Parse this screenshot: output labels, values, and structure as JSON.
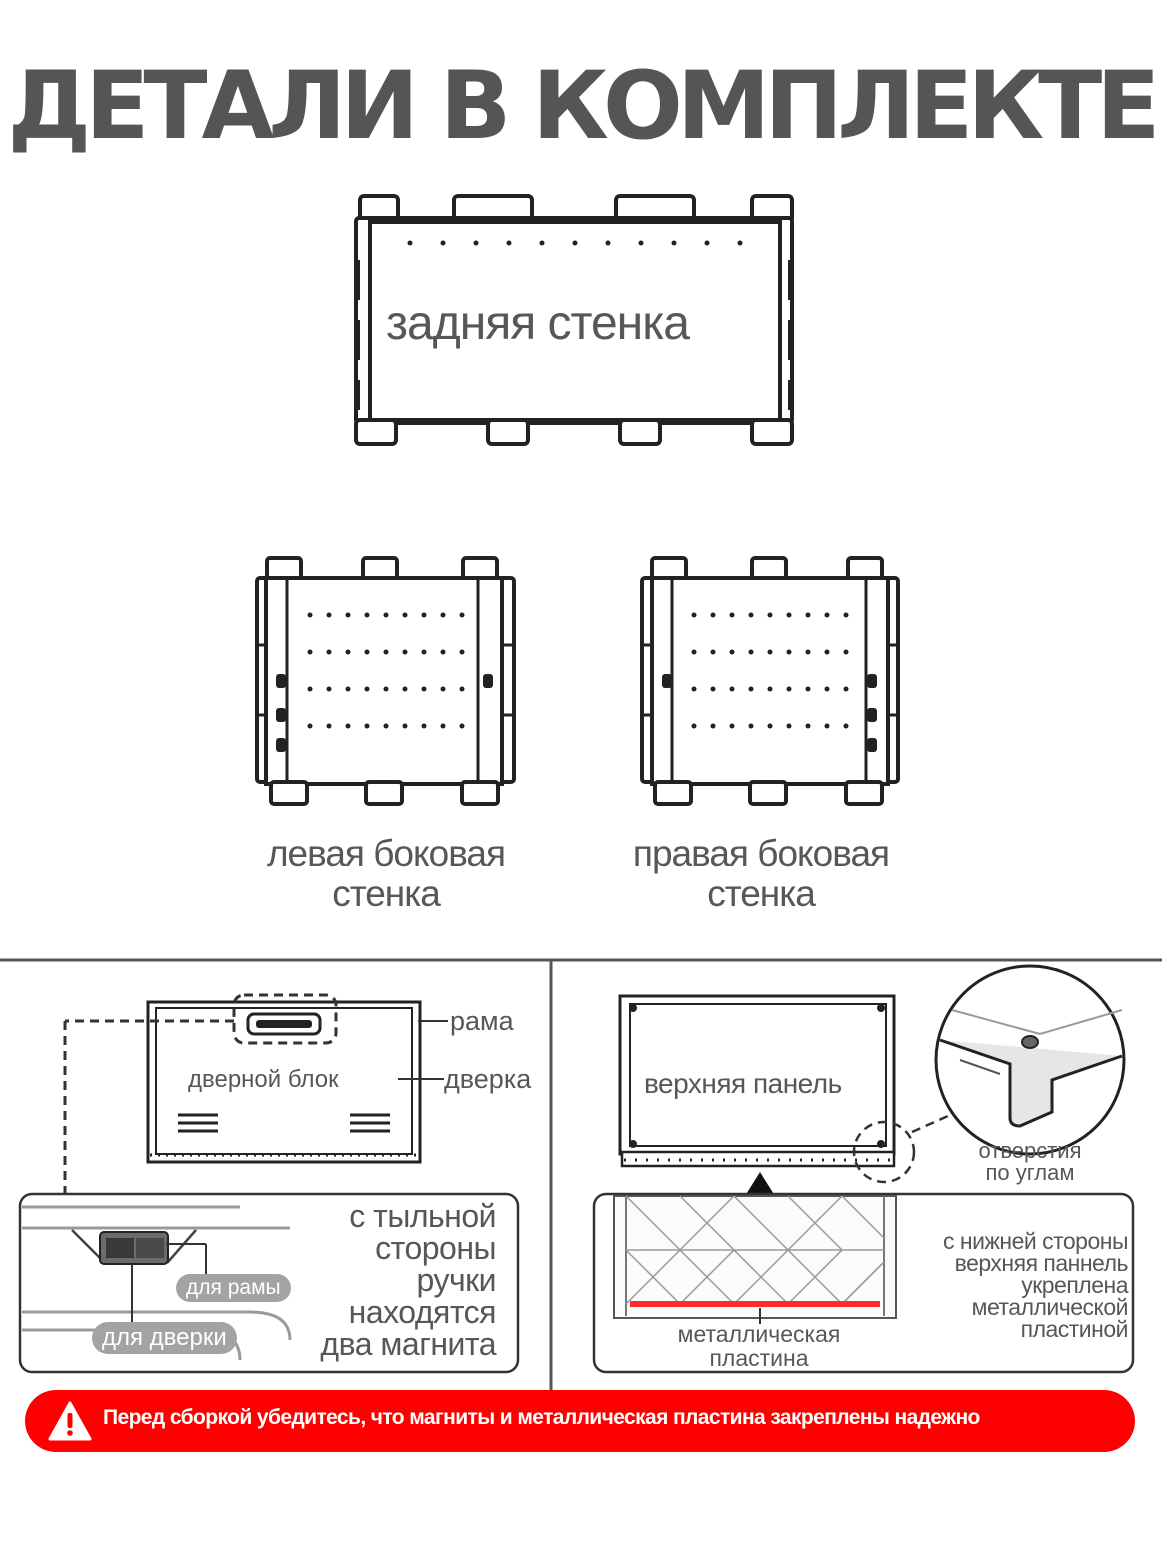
{
  "title": "ДЕТАЛИ В КОМПЛЕКТЕ",
  "back_wall": {
    "label": "задняя стенка"
  },
  "left_wall": {
    "line1": "левая боковая",
    "line2": "стенка"
  },
  "right_wall": {
    "line1": "правая боковая",
    "line2": "стенка"
  },
  "door_block": {
    "label": "дверной блок",
    "frame_label": "рама",
    "door_label": "дверка",
    "for_frame": "для рамы",
    "for_door": "для дверки",
    "magnets_note": [
      "с тыльной",
      "стороны",
      "ручки",
      "находятся",
      "два магнита"
    ]
  },
  "top_panel": {
    "label": "верхняя панель",
    "holes_label": [
      "отверстия",
      "по углам"
    ],
    "plate_label": [
      "металлическая",
      "пластина"
    ],
    "plate_note": [
      "с нижней стороны",
      "верхняя паннель",
      "укреплена",
      "металлической",
      "пластиной"
    ]
  },
  "warning": {
    "text": "Перед сборкой убедитесь, что магниты и металлическая пластина закреплены надежно",
    "color": "#ff0000"
  },
  "colors": {
    "title": "#555555",
    "text": "#575757",
    "accent": "#ff0000",
    "line": "#333333"
  }
}
